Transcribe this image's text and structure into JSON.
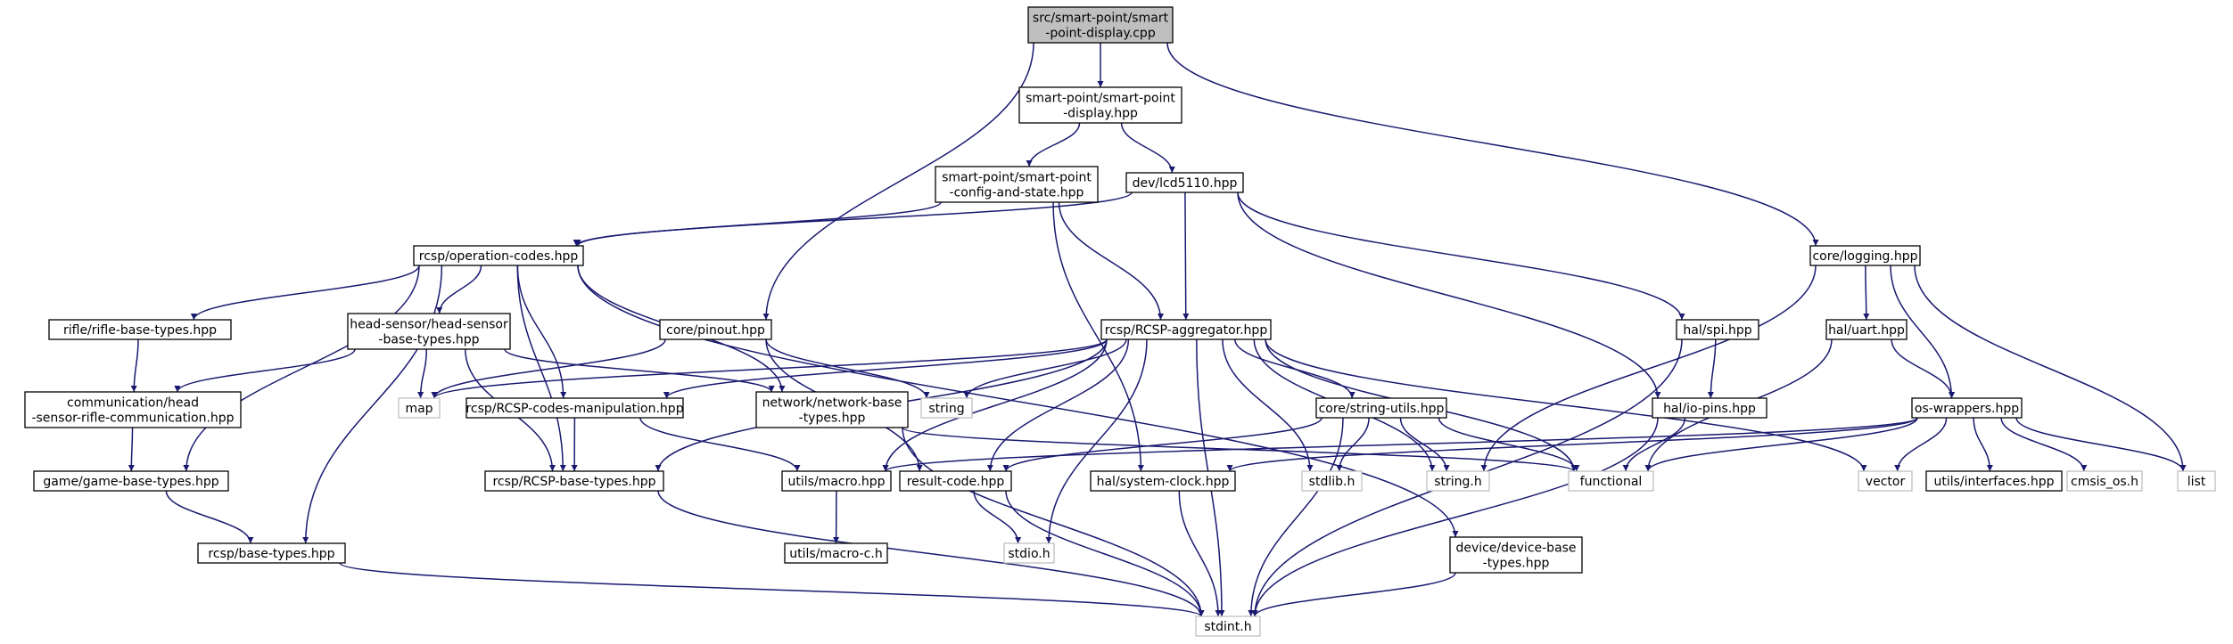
{
  "colors": {
    "edge": "#191970",
    "box_border": "#000000",
    "external_border": "#bfbfbf",
    "root_fill": "#bfbfbf",
    "box_fill": "#ffffff"
  },
  "nodes": [
    {
      "id": "root",
      "lines": [
        "src/smart-point/smart",
        "-point-display.cpp"
      ],
      "kind": "root"
    },
    {
      "id": "spd_hpp",
      "lines": [
        "smart-point/smart-point",
        "-display.hpp"
      ],
      "kind": "file"
    },
    {
      "id": "spcs",
      "lines": [
        "smart-point/smart-point",
        "-config-and-state.hpp"
      ],
      "kind": "file"
    },
    {
      "id": "lcd",
      "lines": [
        "dev/lcd5110.hpp"
      ],
      "kind": "file"
    },
    {
      "id": "logging",
      "lines": [
        "core/logging.hpp"
      ],
      "kind": "file"
    },
    {
      "id": "opcodes",
      "lines": [
        "rcsp/operation-codes.hpp"
      ],
      "kind": "file"
    },
    {
      "id": "agg",
      "lines": [
        "rcsp/RCSP-aggregator.hpp"
      ],
      "kind": "file"
    },
    {
      "id": "pinout",
      "lines": [
        "core/pinout.hpp"
      ],
      "kind": "file"
    },
    {
      "id": "hsrifle",
      "lines": [
        "head-sensor/head-sensor",
        "-base-types.hpp"
      ],
      "kind": "file"
    },
    {
      "id": "rifle",
      "lines": [
        "rifle/rifle-base-types.hpp"
      ],
      "kind": "file"
    },
    {
      "id": "spi",
      "lines": [
        "hal/spi.hpp"
      ],
      "kind": "file"
    },
    {
      "id": "uart",
      "lines": [
        "hal/uart.hpp"
      ],
      "kind": "file"
    },
    {
      "id": "comm",
      "lines": [
        "communication/head",
        "-sensor-rifle-communication.hpp"
      ],
      "kind": "file"
    },
    {
      "id": "map",
      "lines": [
        "map"
      ],
      "kind": "external"
    },
    {
      "id": "codesman",
      "lines": [
        "rcsp/RCSP-codes-manipulation.hpp"
      ],
      "kind": "file"
    },
    {
      "id": "netbase",
      "lines": [
        "network/network-base",
        "-types.hpp"
      ],
      "kind": "file"
    },
    {
      "id": "string",
      "lines": [
        "string"
      ],
      "kind": "external"
    },
    {
      "id": "strutils",
      "lines": [
        "core/string-utils.hpp"
      ],
      "kind": "file"
    },
    {
      "id": "iopins",
      "lines": [
        "hal/io-pins.hpp"
      ],
      "kind": "file"
    },
    {
      "id": "oswrap",
      "lines": [
        "os-wrappers.hpp"
      ],
      "kind": "file"
    },
    {
      "id": "game",
      "lines": [
        "game/game-base-types.hpp"
      ],
      "kind": "file"
    },
    {
      "id": "rcspbase",
      "lines": [
        "rcsp/RCSP-base-types.hpp"
      ],
      "kind": "file"
    },
    {
      "id": "macro",
      "lines": [
        "utils/macro.hpp"
      ],
      "kind": "file"
    },
    {
      "id": "result",
      "lines": [
        "result-code.hpp"
      ],
      "kind": "file"
    },
    {
      "id": "sysclock",
      "lines": [
        "hal/system-clock.hpp"
      ],
      "kind": "file"
    },
    {
      "id": "stdlib",
      "lines": [
        "stdlib.h"
      ],
      "kind": "external"
    },
    {
      "id": "stringh",
      "lines": [
        "string.h"
      ],
      "kind": "external"
    },
    {
      "id": "functional",
      "lines": [
        "functional"
      ],
      "kind": "external"
    },
    {
      "id": "vector",
      "lines": [
        "vector"
      ],
      "kind": "external"
    },
    {
      "id": "interfaces",
      "lines": [
        "utils/interfaces.hpp"
      ],
      "kind": "file"
    },
    {
      "id": "cmsis",
      "lines": [
        "cmsis_os.h"
      ],
      "kind": "external"
    },
    {
      "id": "list",
      "lines": [
        "list"
      ],
      "kind": "external"
    },
    {
      "id": "basetypes",
      "lines": [
        "rcsp/base-types.hpp"
      ],
      "kind": "file"
    },
    {
      "id": "macroc",
      "lines": [
        "utils/macro-c.h"
      ],
      "kind": "file"
    },
    {
      "id": "stdio",
      "lines": [
        "stdio.h"
      ],
      "kind": "external"
    },
    {
      "id": "devbase",
      "lines": [
        "device/device-base",
        "-types.hpp"
      ],
      "kind": "file"
    },
    {
      "id": "stdint",
      "lines": [
        "stdint.h"
      ],
      "kind": "external"
    }
  ],
  "edges": [
    [
      "root",
      "spd_hpp"
    ],
    [
      "root",
      "pinout"
    ],
    [
      "root",
      "logging"
    ],
    [
      "spd_hpp",
      "spcs"
    ],
    [
      "spd_hpp",
      "lcd"
    ],
    [
      "spcs",
      "opcodes"
    ],
    [
      "spcs",
      "agg"
    ],
    [
      "spcs",
      "sysclock"
    ],
    [
      "lcd",
      "opcodes"
    ],
    [
      "lcd",
      "agg"
    ],
    [
      "lcd",
      "spi"
    ],
    [
      "lcd",
      "iopins"
    ],
    [
      "logging",
      "uart"
    ],
    [
      "logging",
      "oswrap"
    ],
    [
      "logging",
      "stringh"
    ],
    [
      "logging",
      "list"
    ],
    [
      "opcodes",
      "rifle"
    ],
    [
      "opcodes",
      "hsrifle"
    ],
    [
      "opcodes",
      "codesman"
    ],
    [
      "opcodes",
      "netbase"
    ],
    [
      "opcodes",
      "rcspbase"
    ],
    [
      "opcodes",
      "basetypes"
    ],
    [
      "opcodes",
      "game"
    ],
    [
      "opcodes",
      "devbase"
    ],
    [
      "pinout",
      "map"
    ],
    [
      "pinout",
      "string"
    ],
    [
      "pinout",
      "result"
    ],
    [
      "hsrifle",
      "comm"
    ],
    [
      "hsrifle",
      "map"
    ],
    [
      "hsrifle",
      "rcspbase"
    ],
    [
      "hsrifle",
      "netbase"
    ],
    [
      "rifle",
      "comm"
    ],
    [
      "comm",
      "game"
    ],
    [
      "game",
      "basetypes"
    ],
    [
      "agg",
      "map"
    ],
    [
      "agg",
      "string"
    ],
    [
      "agg",
      "codesman"
    ],
    [
      "agg",
      "strutils"
    ],
    [
      "agg",
      "rcspbase"
    ],
    [
      "agg",
      "macro"
    ],
    [
      "agg",
      "result"
    ],
    [
      "agg",
      "stdio"
    ],
    [
      "agg",
      "stdlib"
    ],
    [
      "agg",
      "stringh"
    ],
    [
      "agg",
      "functional"
    ],
    [
      "agg",
      "vector"
    ],
    [
      "agg",
      "stdint"
    ],
    [
      "codesman",
      "rcspbase"
    ],
    [
      "codesman",
      "macro"
    ],
    [
      "netbase",
      "stdint"
    ],
    [
      "netbase",
      "functional"
    ],
    [
      "strutils",
      "result"
    ],
    [
      "strutils",
      "stdlib"
    ],
    [
      "strutils",
      "stringh"
    ],
    [
      "strutils",
      "functional"
    ],
    [
      "strutils",
      "stdint"
    ],
    [
      "spi",
      "iopins"
    ],
    [
      "spi",
      "stdint"
    ],
    [
      "uart",
      "oswrap"
    ],
    [
      "uart",
      "functional"
    ],
    [
      "iopins",
      "functional"
    ],
    [
      "iopins",
      "stdint"
    ],
    [
      "oswrap",
      "macro"
    ],
    [
      "oswrap",
      "sysclock"
    ],
    [
      "oswrap",
      "functional"
    ],
    [
      "oswrap",
      "vector"
    ],
    [
      "oswrap",
      "interfaces"
    ],
    [
      "oswrap",
      "cmsis"
    ],
    [
      "oswrap",
      "list"
    ],
    [
      "rcspbase",
      "stdint"
    ],
    [
      "basetypes",
      "stdint"
    ],
    [
      "macro",
      "macroc"
    ],
    [
      "result",
      "stdio"
    ],
    [
      "result",
      "stdint"
    ],
    [
      "sysclock",
      "stdint"
    ],
    [
      "devbase",
      "stdint"
    ]
  ]
}
